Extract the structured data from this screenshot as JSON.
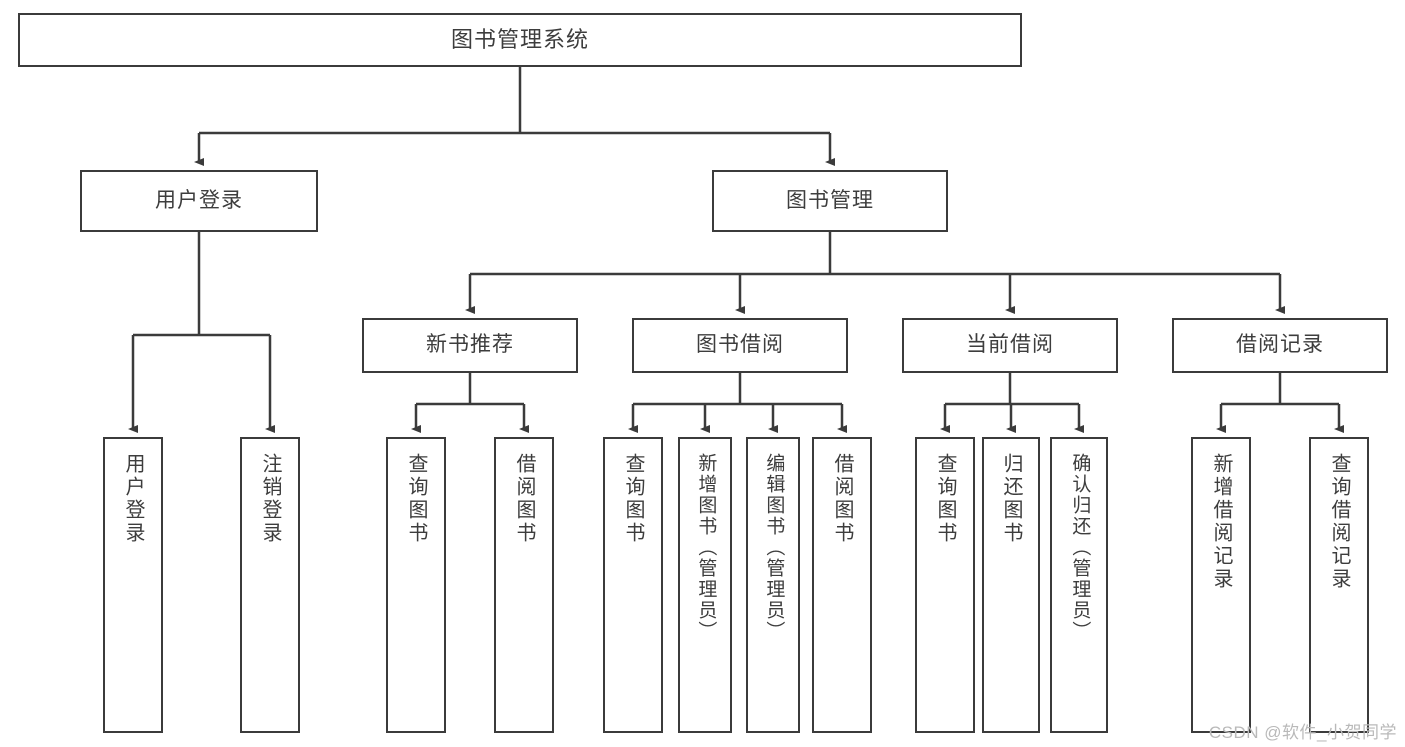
{
  "diagram": {
    "title": "图书管理系统",
    "type": "tree-hierarchy-chart",
    "root": {
      "label": "图书管理系统"
    },
    "level2": [
      {
        "label": "用户登录"
      },
      {
        "label": "图书管理"
      }
    ],
    "level3": [
      {
        "label": "新书推荐"
      },
      {
        "label": "图书借阅"
      },
      {
        "label": "当前借阅"
      },
      {
        "label": "借阅记录"
      }
    ],
    "leaves": {
      "user_login": [
        {
          "label": "用户登录"
        },
        {
          "label": "注销登录"
        }
      ],
      "new_book_recommend": [
        {
          "label": "查询图书"
        },
        {
          "label": "借阅图书"
        }
      ],
      "book_borrow": [
        {
          "label": "查询图书"
        },
        {
          "label": "新增图书（管理员）"
        },
        {
          "label": "编辑图书（管理员）"
        },
        {
          "label": "借阅图书"
        }
      ],
      "current_borrow": [
        {
          "label": "查询图书"
        },
        {
          "label": "归还图书"
        },
        {
          "label": "确认归还（管理员）"
        }
      ],
      "borrow_record": [
        {
          "label": "新增借阅记录"
        },
        {
          "label": "查询借阅记录"
        }
      ]
    }
  },
  "watermark": {
    "text": "CSDN @软件_小贺同学"
  },
  "colors": {
    "stroke": "#3b3b3b",
    "text": "#3d3d3d",
    "background": "#ffffff",
    "watermark": "#b9b9b9"
  }
}
